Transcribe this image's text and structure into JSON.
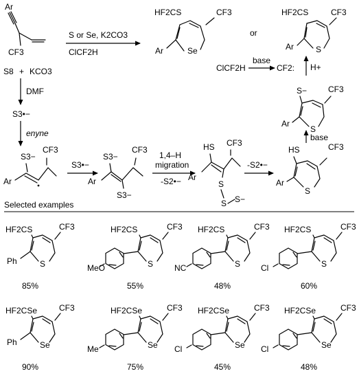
{
  "scheme": {
    "reactants": {
      "ar": "Ar",
      "cf3": "CF3",
      "s8": "S8",
      "plus": "+",
      "kco3": "KCO3"
    },
    "top_arrow": {
      "reagents_line1": "S or Se, K2CO3",
      "reagents_line2": "ClCF2H"
    },
    "top_product": {
      "hf2cs": "HF2CS",
      "cf3": "CF3",
      "ar": "Ar",
      "heteroatom": "Se"
    },
    "or_word": "or",
    "right_product": {
      "hf2cs": "HF2CS",
      "cf3": "CF3",
      "ar": "Ar",
      "heteroatom": "S"
    },
    "carbene": {
      "reagent": "ClCF2H",
      "base": "base",
      "product": "CF2:",
      "h_plus": "H+"
    },
    "dmf_label": "DMF",
    "s3_radical": "S3•−",
    "enyne_label": "enyne",
    "thiolate": {
      "s_minus": "S−",
      "cf3": "CF3",
      "ar": "Ar",
      "s_ring": "S"
    },
    "base_label": "base",
    "intermediate1": {
      "s3": "S3−",
      "cf3": "CF3",
      "ar": "Ar"
    },
    "s3_radical_reagent": "S3•−",
    "intermediate2": {
      "s3_top": "S3−",
      "cf3": "CF3",
      "ar": "Ar",
      "s3_bottom": "S3−"
    },
    "migration": {
      "line1": "1,4–H",
      "line2": "migration",
      "loss": "-S2•−"
    },
    "intermediate3": {
      "hs": "HS",
      "cf3": "CF3",
      "ar": "Ar",
      "s1": "S",
      "s2": "S",
      "s3": "S−"
    },
    "loss_s2": "-S2•−",
    "intermediate4": {
      "hs": "HS",
      "cf3": "CF3",
      "ar": "Ar",
      "s_ring": "S"
    }
  },
  "examples_header": "Selected examples",
  "examples": [
    {
      "group": "HF2CS",
      "cf3": "CF3",
      "aryl_label": "Ph",
      "substituent": "",
      "heteroatom": "S",
      "yield": "85%"
    },
    {
      "group": "HF2CS",
      "cf3": "CF3",
      "aryl_label": "",
      "substituent": "MeO",
      "heteroatom": "S",
      "yield": "55%"
    },
    {
      "group": "HF2CS",
      "cf3": "CF3",
      "aryl_label": "",
      "substituent": "NC",
      "heteroatom": "S",
      "yield": "48%"
    },
    {
      "group": "HF2CS",
      "cf3": "CF3",
      "aryl_label": "",
      "substituent": "Cl",
      "heteroatom": "S",
      "yield": "60%"
    },
    {
      "group": "HF2CSe",
      "cf3": "CF3",
      "aryl_label": "Ph",
      "substituent": "",
      "heteroatom": "Se",
      "yield": "90%"
    },
    {
      "group": "HF2CSe",
      "cf3": "CF3",
      "aryl_label": "",
      "substituent": "Me",
      "heteroatom": "Se",
      "yield": "75%"
    },
    {
      "group": "HF2CSe",
      "cf3": "CF3",
      "aryl_label": "",
      "substituent": "Cl",
      "heteroatom": "Se",
      "yield": "45%"
    },
    {
      "group": "HF2CSe",
      "cf3": "CF3",
      "aryl_label": "",
      "substituent": "Cl",
      "heteroatom": "Se",
      "yield": "48%"
    }
  ]
}
